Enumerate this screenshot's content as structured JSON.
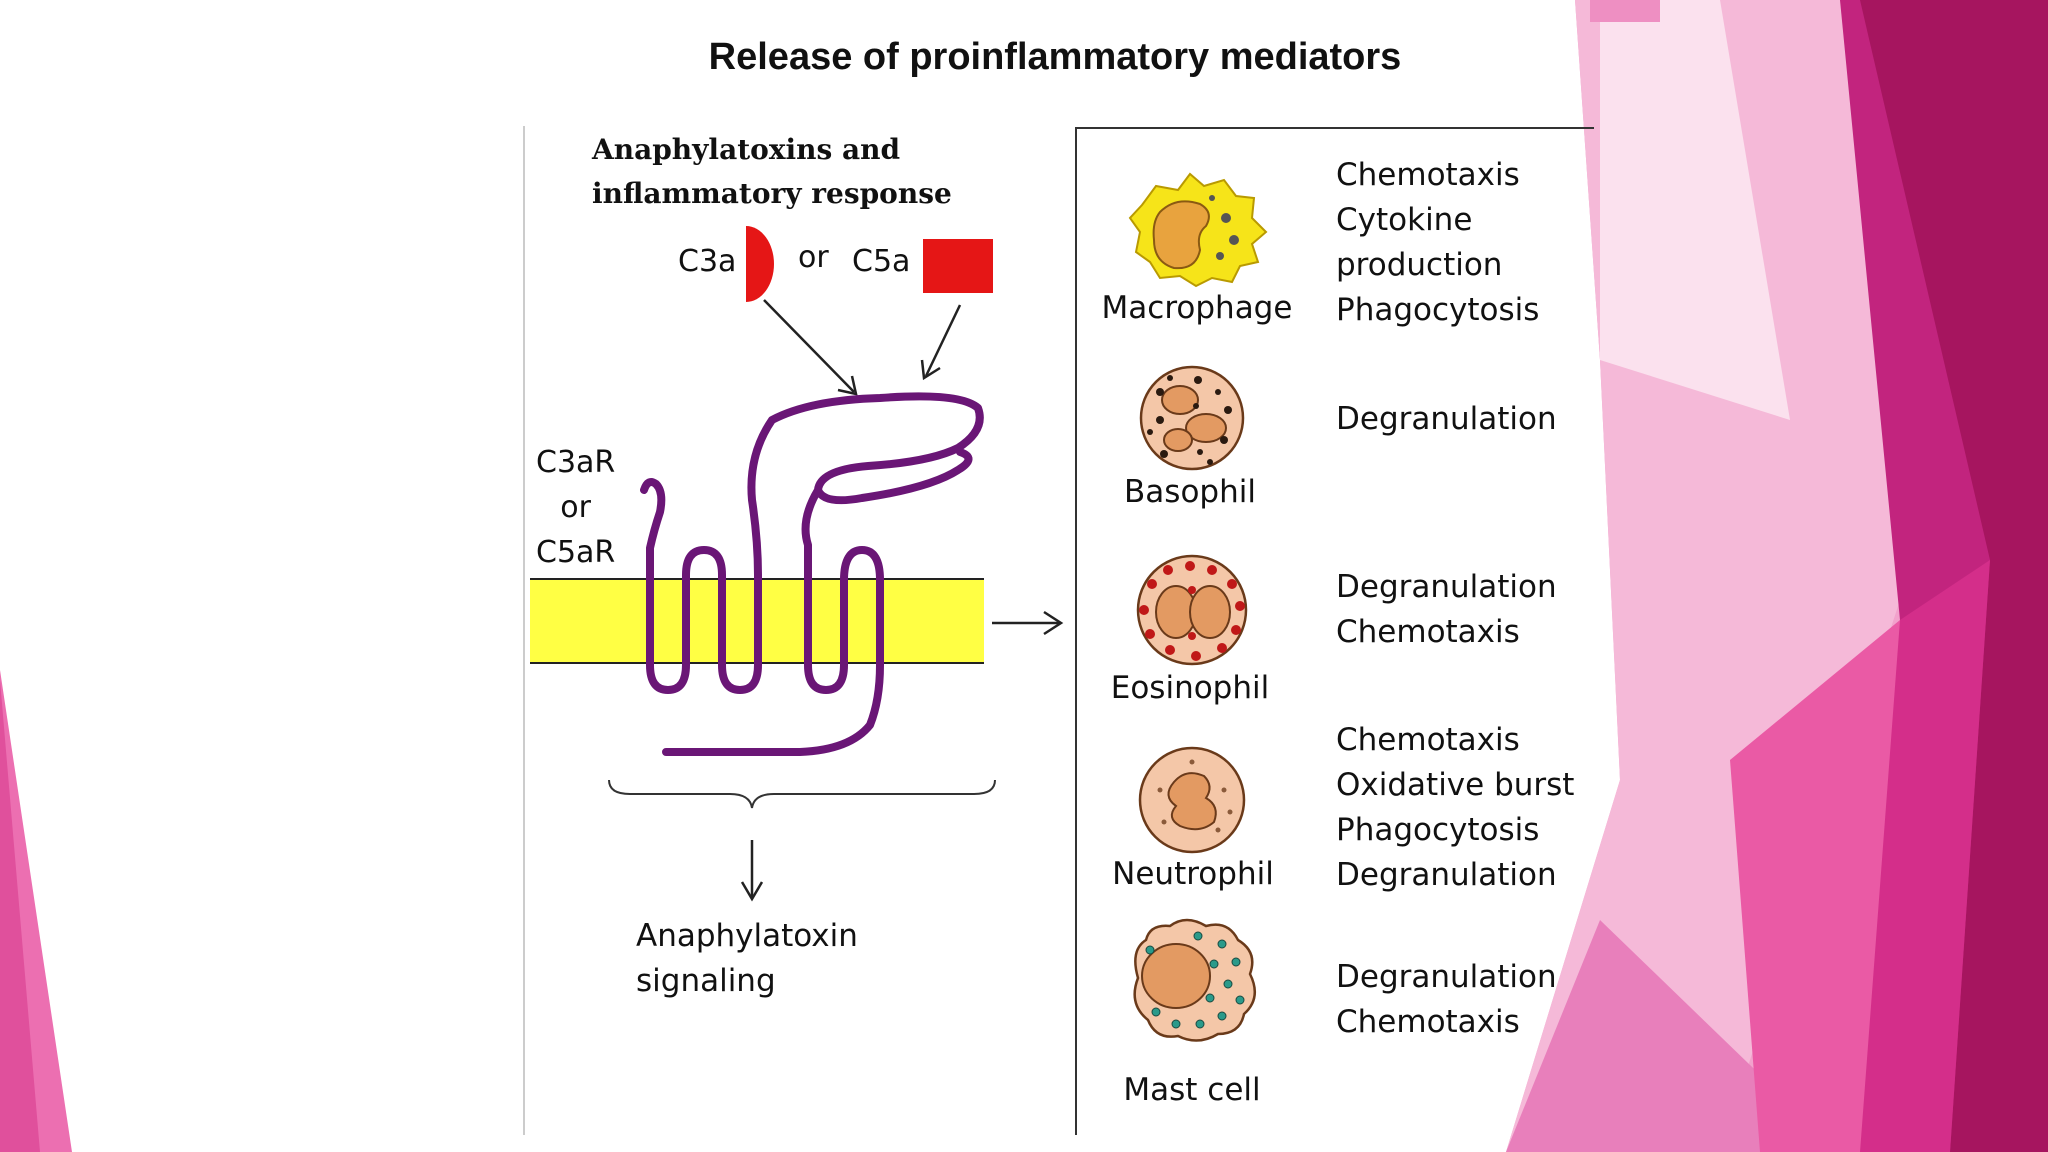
{
  "slide": {
    "title": "Release of proinflammatory mediators"
  },
  "figure": {
    "heading_line1": "Anaphylatoxins and",
    "heading_line2": "inflammatory response",
    "ligand_c3a": "C3a",
    "ligand_or": "or",
    "ligand_c5a": "C5a",
    "receptor_line1": "C3aR",
    "receptor_line2": "or",
    "receptor_line3": "C5aR",
    "signaling_line1": "Anaphylatoxin",
    "signaling_line2": "signaling"
  },
  "cells": [
    {
      "name": "Macrophage",
      "functions": [
        "Chemotaxis",
        "Cytokine",
        "production",
        "Phagocytosis"
      ]
    },
    {
      "name": "Basophil",
      "functions": [
        "Degranulation"
      ]
    },
    {
      "name": "Eosinophil",
      "functions": [
        "Degranulation",
        "Chemotaxis"
      ]
    },
    {
      "name": "Neutrophil",
      "functions": [
        "Chemotaxis",
        "Oxidative burst",
        "Phagocytosis",
        "Degranulation"
      ]
    },
    {
      "name": "Mast cell",
      "functions": [
        "Degranulation",
        "Chemotaxis"
      ]
    }
  ],
  "colors": {
    "membrane": "#ffff44",
    "receptor": "#6a1676",
    "ligand": "#e51616",
    "theme_pink": "#e04b9c",
    "theme_magenta": "#b5176e"
  }
}
